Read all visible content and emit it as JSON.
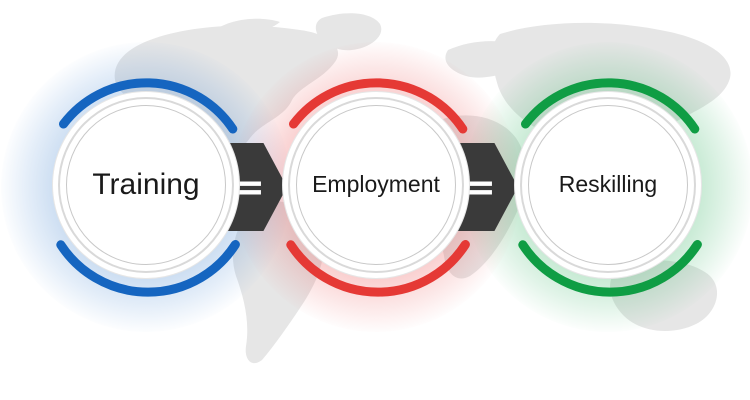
{
  "stages": [
    {
      "label": "Training",
      "color": "#1565c0"
    },
    {
      "label": "Employment",
      "color": "#e53935"
    },
    {
      "label": "Reskilling",
      "color": "#0f9d44"
    }
  ],
  "connectors": [
    {
      "symbol": "="
    },
    {
      "symbol": "="
    }
  ]
}
